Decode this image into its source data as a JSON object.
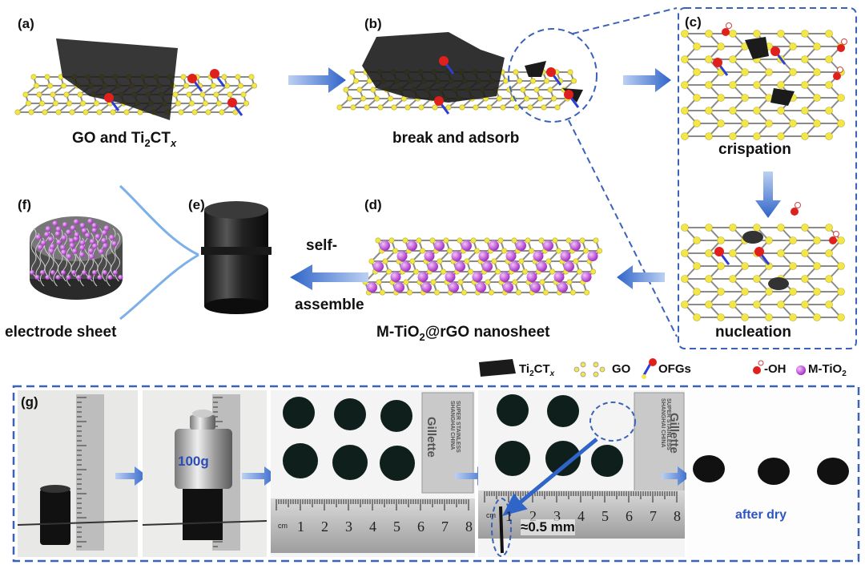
{
  "panels": {
    "a": {
      "label": "(a)",
      "caption_main": "GO and Ti",
      "caption_sub": "2",
      "caption_ct": "CT",
      "caption_x": "x"
    },
    "b": {
      "label": "(b)",
      "caption": "break and adsorb"
    },
    "c": {
      "label": "(c)",
      "caption_top": "crispation",
      "caption_bottom": "nucleation"
    },
    "d": {
      "label": "(d)",
      "caption_main": "M-TiO",
      "caption_sub": "2",
      "caption_rest": "@rGO nanosheet"
    },
    "e": {
      "label": "(e)",
      "arrow_text_top": "self-",
      "arrow_text_bottom": "assemble"
    },
    "f": {
      "label": "(f)",
      "caption": "electrode sheet"
    },
    "g": {
      "label": "(g)",
      "weight": "100g",
      "thickness": "≈0.5 mm",
      "after_dry": "after dry",
      "ruler_numbers": [
        "1",
        "2",
        "3",
        "4",
        "5",
        "6",
        "7",
        "8"
      ],
      "ruler_unit": "cm",
      "blade_brand": "Gillette",
      "blade_text": "SUPER STAINLESS SHANGHAI CHINA"
    }
  },
  "legend": {
    "ti2ctx": {
      "main": "Ti",
      "sub": "2",
      "ct": "CT",
      "x": "x"
    },
    "go": "GO",
    "ofgs": "OFGs",
    "oh": "-OH",
    "mtio2": {
      "main": "M-TiO",
      "sub": "2"
    }
  },
  "colors": {
    "carbon": "#f2e64a",
    "bond": "#8a8a8a",
    "mxene": "#1a1a1a",
    "oxygen": "#e0201c",
    "tio2": "#c040d8",
    "arrow": "#3a6fd0",
    "dash": "#3a62b8"
  }
}
